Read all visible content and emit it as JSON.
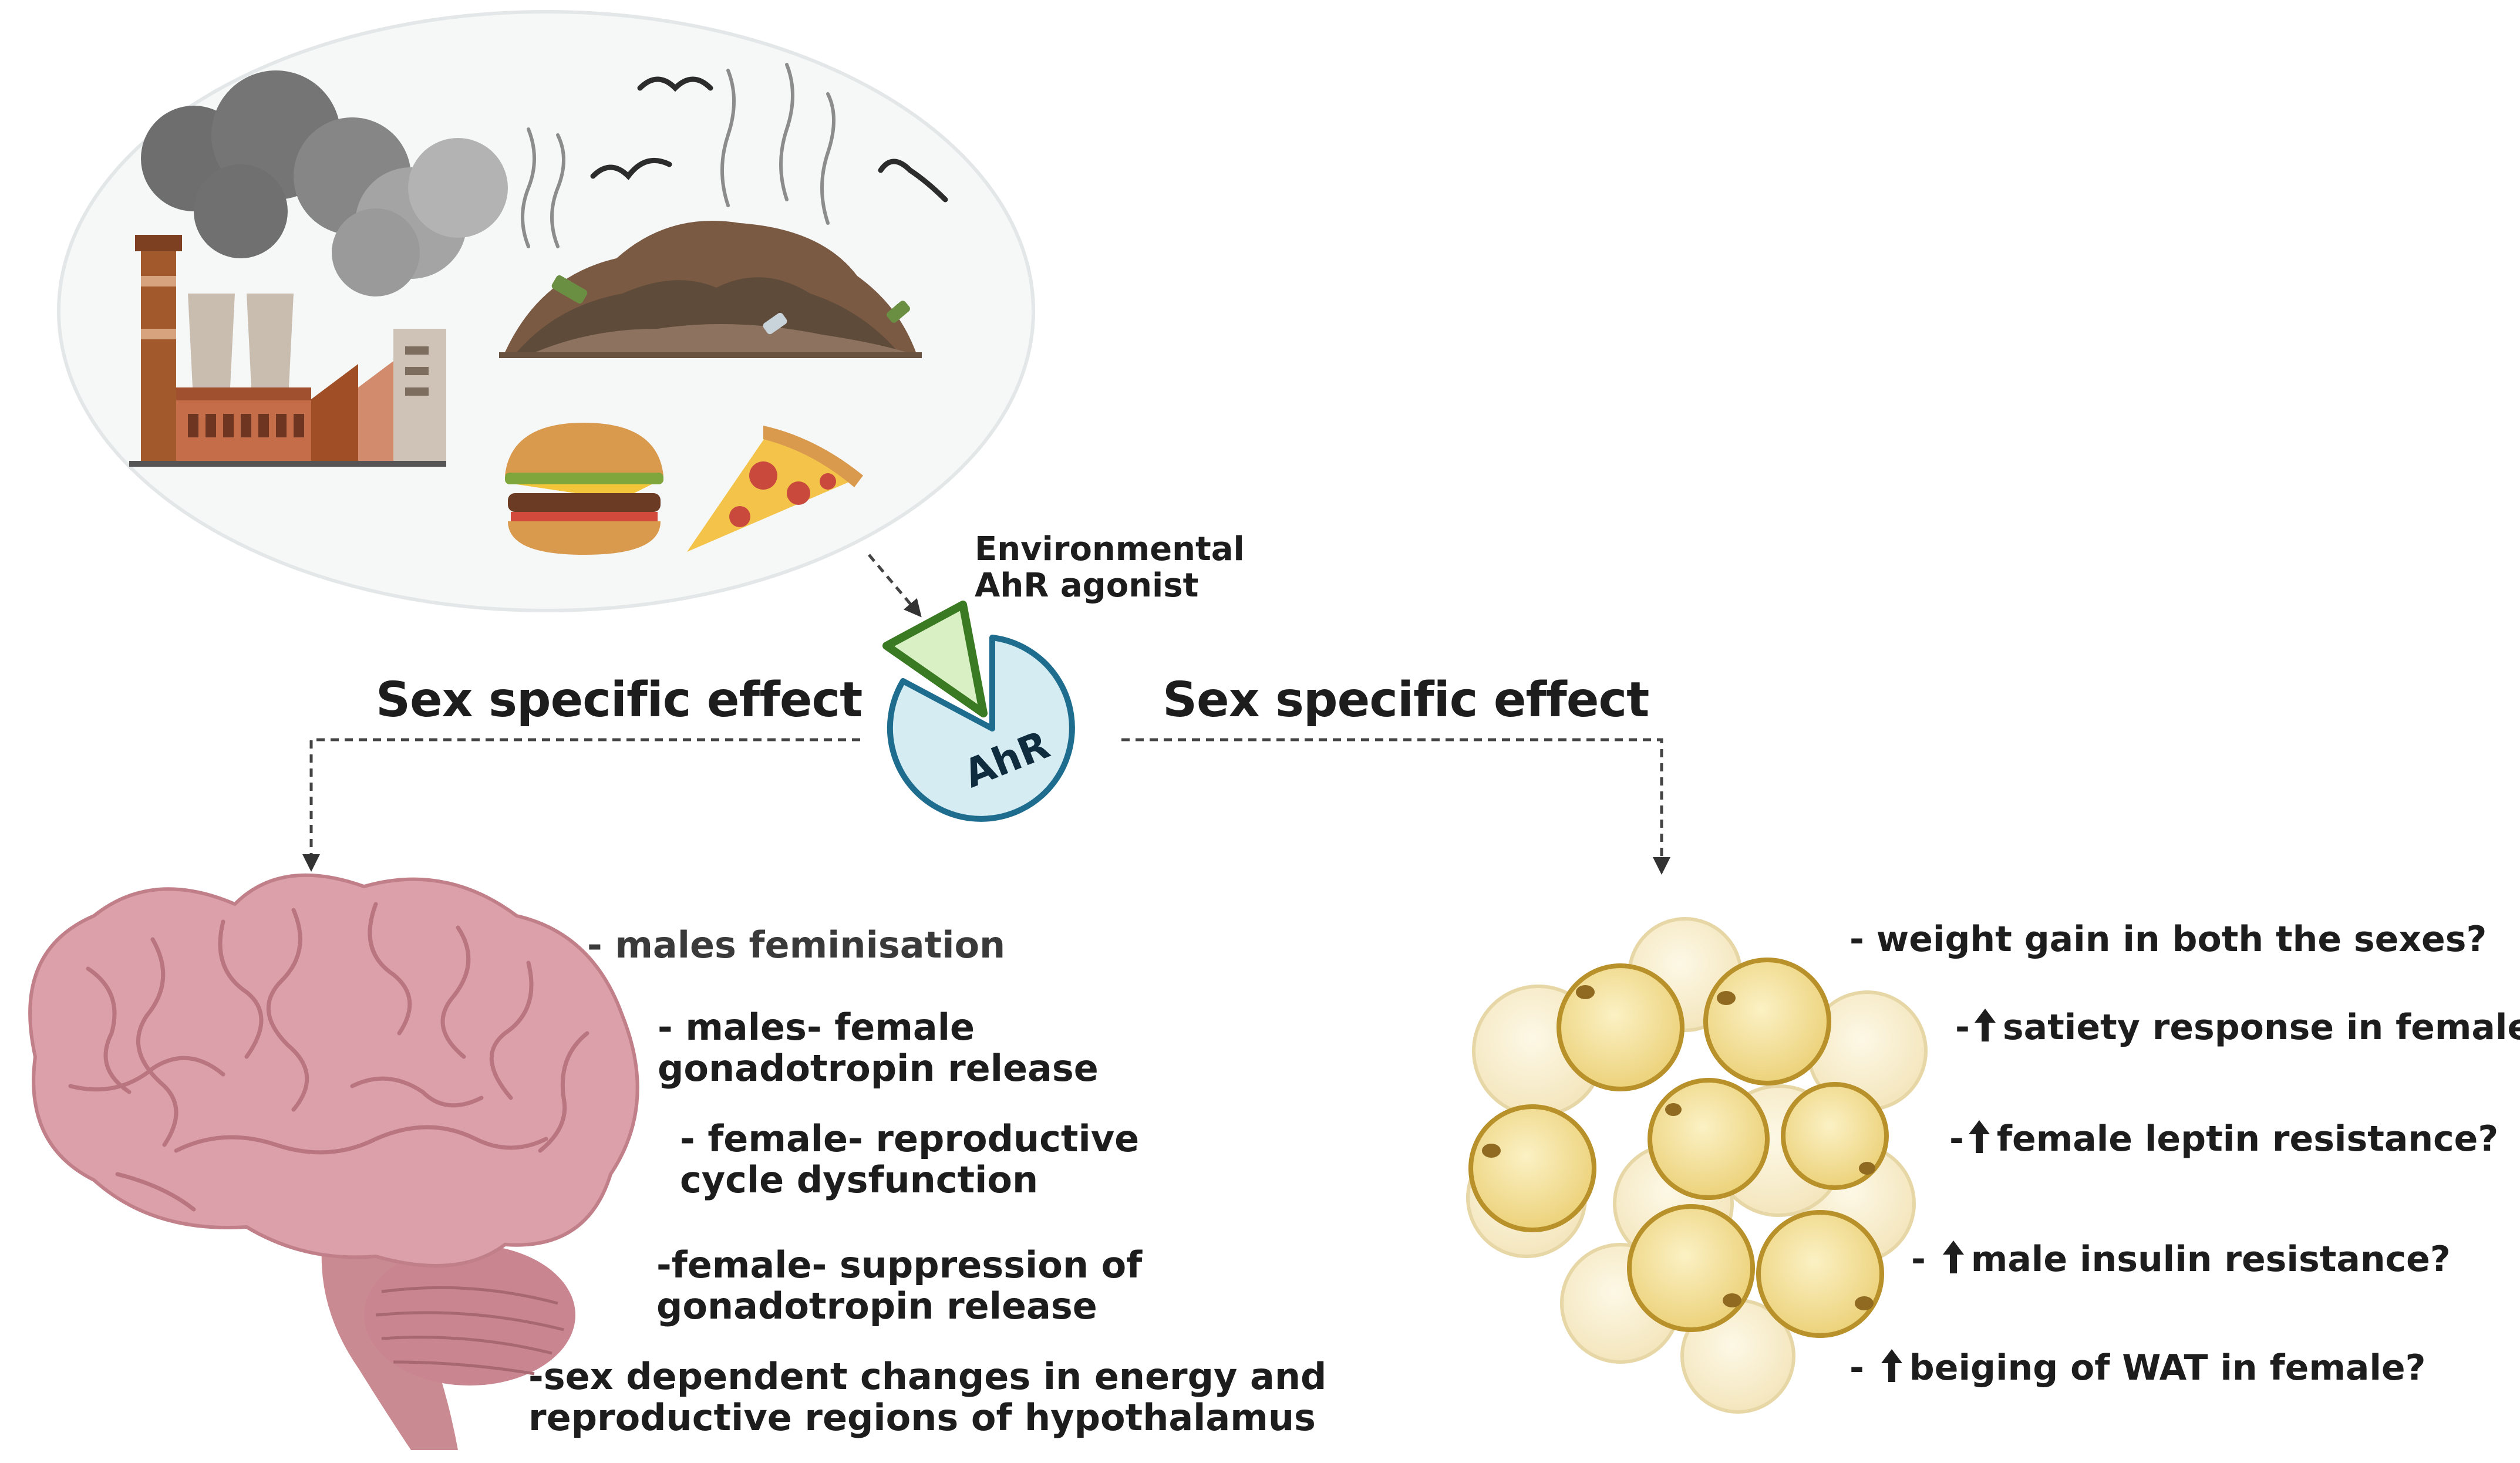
{
  "agonist_label": [
    "Environmental",
    "AhR agonist"
  ],
  "receptor_label": "AhR",
  "left_heading": "Sex specific effect",
  "right_heading": "Sex specific effect",
  "brain_effects": [
    [
      "- males feminisation"
    ],
    [
      "- males- female",
      "gonadotropin release"
    ],
    [
      "- female- reproductive",
      "cycle dysfunction"
    ],
    [
      "-female- suppression of",
      "gonadotropin release"
    ],
    [
      "-sex dependent changes in energy and",
      "reproductive regions of hypothalamus"
    ]
  ],
  "adipose_effects": [
    {
      "prefix": "- ",
      "arrow": false,
      "text": "weight gain in both the sexes?"
    },
    {
      "prefix": "-",
      "arrow": true,
      "text": "satiety response in female?"
    },
    {
      "prefix": "-",
      "arrow": true,
      "text": "female leptin resistance?"
    },
    {
      "prefix": "- ",
      "arrow": true,
      "text": "male insulin resistance?"
    },
    {
      "prefix": "- ",
      "arrow": true,
      "text": "beiging of WAT in female?"
    }
  ],
  "colors": {
    "ahr_fill": "#d6ecf3",
    "ahr_stroke": "#1f6d8e",
    "agonist_fill": "#d9efc4",
    "agonist_stroke": "#3a7a22",
    "brain": "#d99aa6",
    "fat": "#f6e6a5"
  }
}
